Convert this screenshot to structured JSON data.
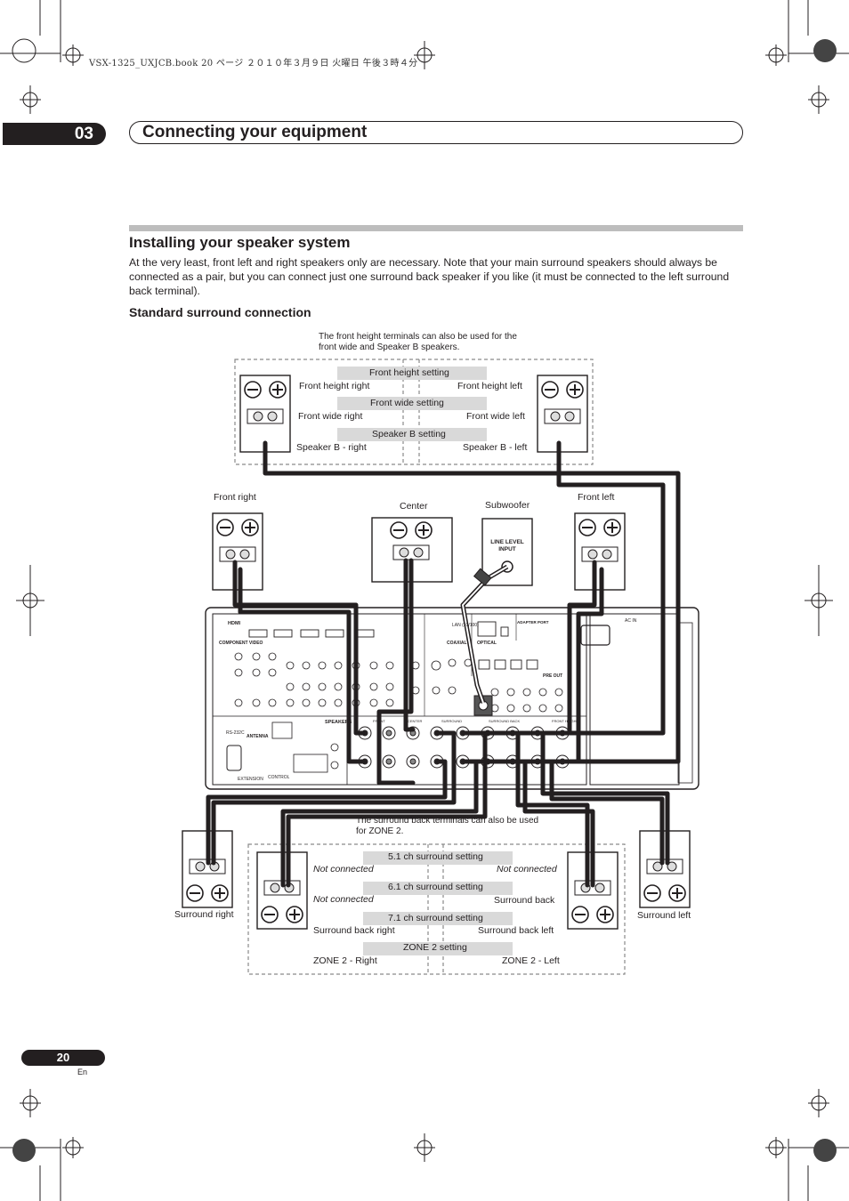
{
  "header": {
    "book_line": "VSX-1325_UXJCB.book   20 ページ   ２０１０年３月９日   火曜日   午後３時４分",
    "chapter_number": "03",
    "chapter_title": "Connecting your equipment"
  },
  "section": {
    "title": "Installing your speaker system",
    "intro": "At the very least, front left and right speakers only are necessary. Note that your main surround speakers should always be connected as a pair, but you can connect just one surround back speaker if you like (it must be connected to the left surround back terminal).",
    "subtitle": "Standard surround connection"
  },
  "diagram": {
    "top_note": "The front height terminals can also be used for the front wide and Speaker B speakers.",
    "top_settings": {
      "front_height_setting": "Front height setting",
      "front_height_right": "Front height right",
      "front_height_left": "Front height left",
      "front_wide_setting": "Front wide setting",
      "front_wide_right": "Front wide right",
      "front_wide_left": "Front wide left",
      "speaker_b_setting": "Speaker B setting",
      "speaker_b_right": "Speaker B - right",
      "speaker_b_left": "Speaker B - left"
    },
    "speakers": {
      "front_right": "Front right",
      "center": "Center",
      "subwoofer": "Subwoofer",
      "front_left": "Front left",
      "surround_right": "Surround right",
      "surround_left": "Surround left"
    },
    "subwoofer_input": [
      "LINE LEVEL",
      "INPUT"
    ],
    "receiver": {
      "hdmi": "HDMI",
      "component_video": "COMPONENT VIDEO",
      "speakers": "SPEAKERS",
      "antenna": "ANTENNA",
      "rs232c": "RS-232C",
      "extension": "EXTENSION",
      "control": "CONTROL",
      "ac_in": "AC IN",
      "optical": "OPTICAL",
      "coaxial": "COAXIAL",
      "pre_out": "PRE OUT",
      "adapter_port": "ADAPTER PORT",
      "lan": "LAN (10/100)",
      "front": "FRONT",
      "center": "CENTER",
      "surround": "SURROUND",
      "surround_back": "SURROUND BACK",
      "front_height": "FRONT HEIGHT"
    },
    "bottom_note": "The surround back terminals can also be used for ZONE 2.",
    "bottom_settings": {
      "s51_setting": "5.1 ch surround setting",
      "s51_left": "Not connected",
      "s51_right": "Not connected",
      "s61_setting": "6.1 ch surround setting",
      "s61_left": "Not connected",
      "s61_right": "Surround back",
      "s71_setting": "7.1 ch surround setting",
      "s71_left": "Surround back right",
      "s71_right": "Surround back left",
      "zone2_setting": "ZONE 2 setting",
      "zone2_left": "ZONE 2 - Right",
      "zone2_right": "ZONE 2 - Left"
    }
  },
  "footer": {
    "page_number": "20",
    "language": "En"
  }
}
